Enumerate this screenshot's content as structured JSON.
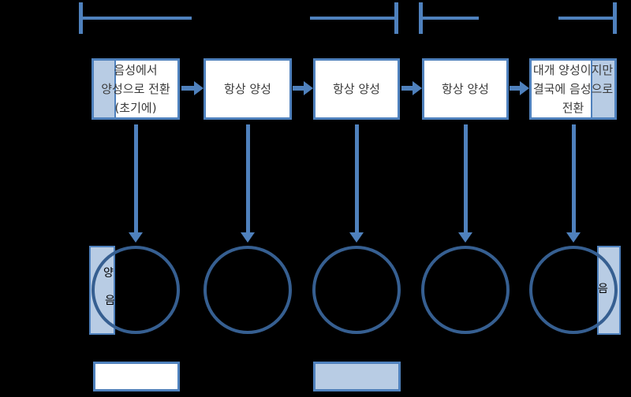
{
  "diagram": {
    "title_note": "",
    "boxes": [
      {
        "lines": [
          "음성에서",
          "양성으로 전환",
          "(초기에)"
        ],
        "highlight": "left"
      },
      {
        "lines": [
          "항상 양성"
        ],
        "highlight": "none"
      },
      {
        "lines": [
          "항상 양성"
        ],
        "highlight": "none"
      },
      {
        "lines": [
          "항상 양성"
        ],
        "highlight": "none"
      },
      {
        "lines": [
          "대개 양성이지만",
          "결국에 음성으로",
          "전환"
        ],
        "highlight": "right"
      }
    ],
    "circle_overlays": [
      {
        "position": "first-circle-left",
        "labels": [
          "양",
          "음"
        ]
      },
      {
        "position": "last-circle-right",
        "labels": [
          "음"
        ]
      }
    ],
    "legend": [
      {
        "swatch": "white",
        "fill": "#ffffff"
      },
      {
        "swatch": "light-blue",
        "fill": "#b8cce4"
      }
    ],
    "colors": {
      "background": "#000000",
      "accent_blue": "#4f81bd",
      "circle_stroke": "#365f91",
      "light_fill": "#b8cce4",
      "box_fill": "#ffffff",
      "box_text": "#3a3a3a",
      "fragment_text": "#000000"
    }
  }
}
